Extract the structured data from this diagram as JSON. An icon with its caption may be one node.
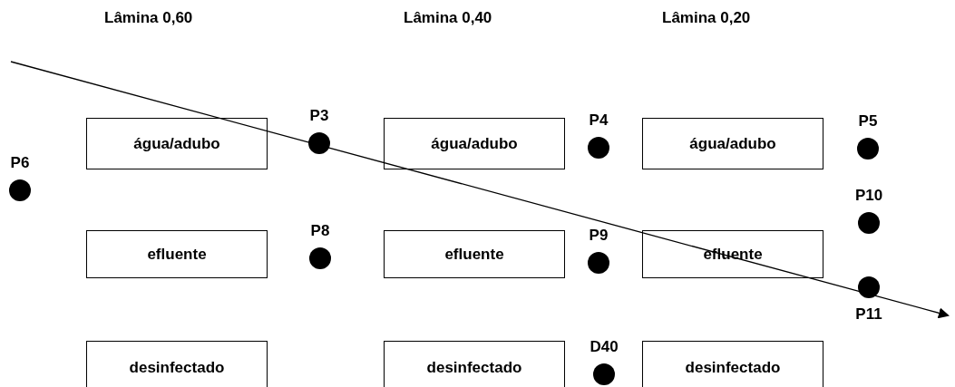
{
  "diagram": {
    "nodes": [
      {
        "text": [
          "P6"
        ]
      },
      {
        "text": [
          "água/adubo"
        ]
      },
      {
        "text": [
          "P3"
        ]
      },
      {
        "text": [
          "água/adubo"
        ]
      },
      {
        "text": [
          "P4"
        ]
      },
      {
        "text": [
          "água/adubo"
        ]
      },
      {
        "text": [
          "P5"
        ]
      },
      {
        "text": [
          "P10"
        ]
      },
      {
        "text": [
          "efluente"
        ]
      },
      {
        "text": [
          "P8"
        ]
      },
      {
        "text": [
          "efluente"
        ]
      },
      {
        "text": [
          "P9"
        ]
      },
      {
        "text": [
          "efluente"
        ]
      },
      {
        "text": [
          "P11"
        ]
      },
      {
        "text": [
          "desinfectado"
        ]
      },
      {
        "text": [
          "desinfectado"
        ]
      },
      {
        "text": [
          "D40"
        ]
      },
      {
        "text": [
          "desinfectado"
        ]
      }
    ],
    "edges": [],
    "labels": [
      "Lâmina 0,60",
      "Lâmina 0,40",
      "Lâmina 0,20"
    ]
  }
}
